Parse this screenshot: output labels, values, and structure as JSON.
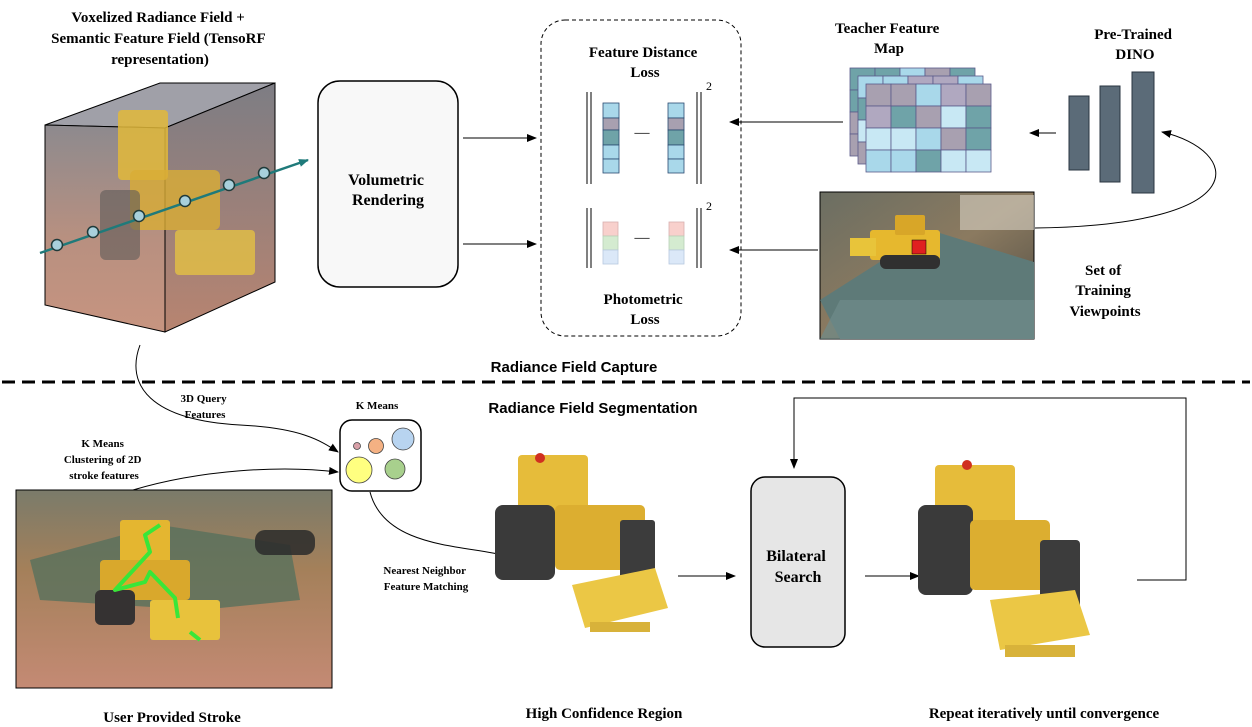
{
  "top": {
    "voxel_title": [
      "Voxelized Radiance Field +",
      "Semantic Feature Field (TensoRF",
      "representation)"
    ],
    "volumetric": [
      "Volumetric",
      "Rendering"
    ],
    "feature_loss": [
      "Feature Distance",
      "Loss"
    ],
    "photometric_loss": [
      "Photometric",
      "Loss"
    ],
    "teacher": [
      "Teacher Feature",
      "Map"
    ],
    "dino": [
      "Pre-Trained",
      "DINO"
    ],
    "viewpoints": [
      "Set of",
      "Training",
      "Viewpoints"
    ],
    "minus": "—",
    "squared": "2"
  },
  "section_labels": {
    "capture": "Radiance Field Capture",
    "segmentation": "Radiance Field Segmentation"
  },
  "bottom": {
    "query": [
      "3D Query",
      "Features"
    ],
    "kmeans_title": "K Means",
    "clustering": [
      "K Means",
      "Clustering of 2D",
      "stroke features"
    ],
    "nn_matching": [
      "Nearest Neighbor",
      "Feature Matching"
    ],
    "bilateral": [
      "Bilateral",
      "Search"
    ],
    "user_stroke": "User Provided Stroke",
    "high_conf": "High Confidence Region",
    "repeat": "Repeat iteratively until convergence"
  },
  "colors": {
    "ray": "#1f7a7a",
    "ray_node": "#a8d0dc",
    "feat_blue": "#a9d8ea",
    "feat_gray": "#a8a0b0",
    "feat_teal": "#6fa3a8",
    "dino_bar": "#5b6b78",
    "kmeans_dots": [
      "#d8a0a8",
      "#f4b183",
      "#b8d4f0",
      "#ffff80",
      "#a8d08d"
    ],
    "photo_cells": [
      "#f8d0cc",
      "#d4ebd0",
      "#dbe8f8"
    ],
    "stroke": "#39e639"
  }
}
